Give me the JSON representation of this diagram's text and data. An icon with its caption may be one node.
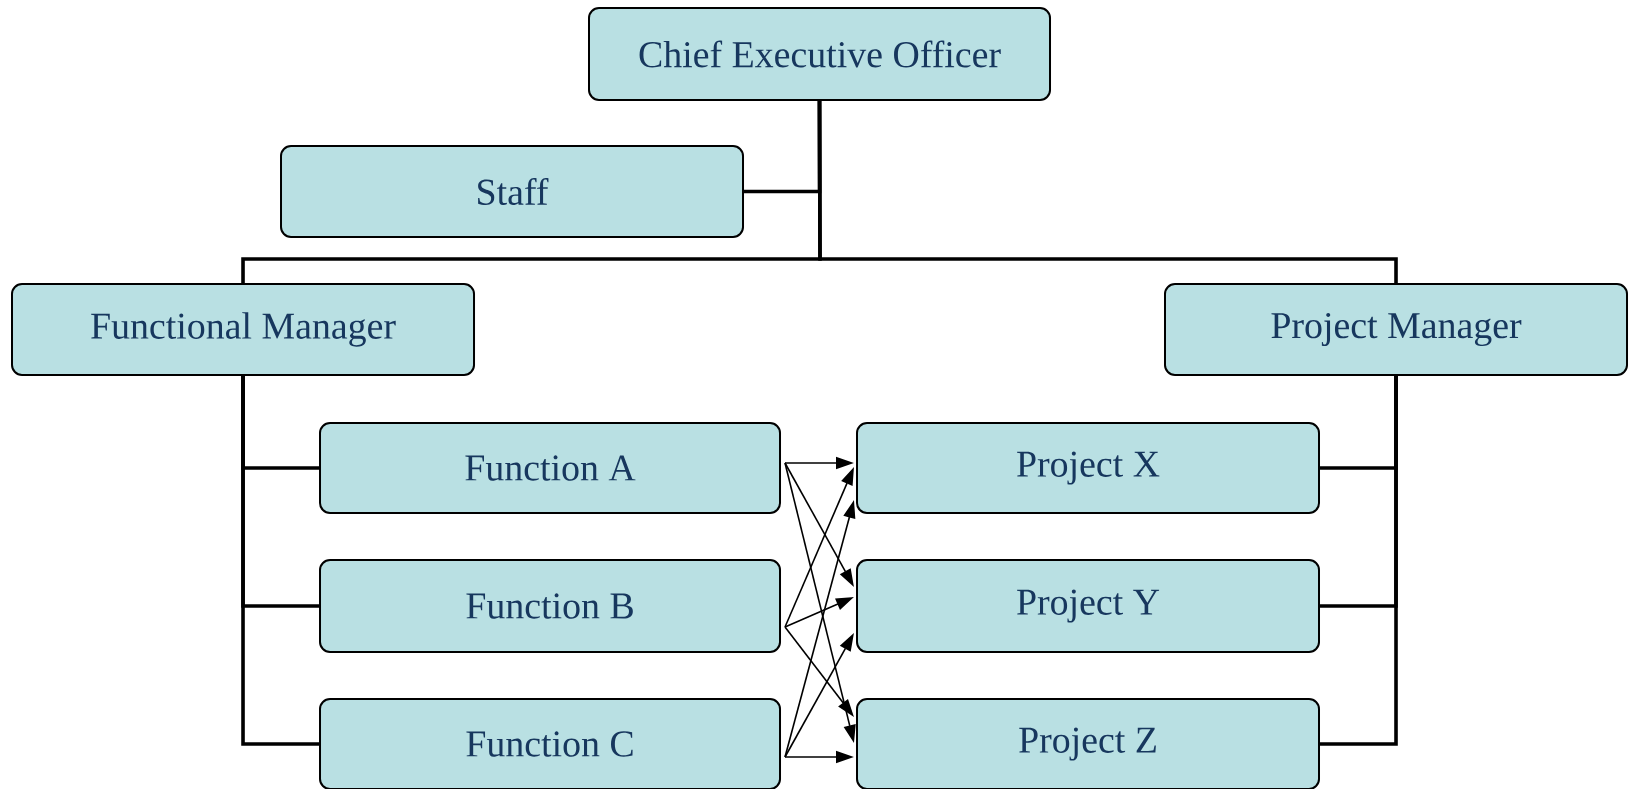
{
  "diagram": {
    "nodes": [
      {
        "text": [
          "Chief Executive Officer"
        ]
      },
      {
        "text": [
          "Staff"
        ]
      },
      {
        "text": [
          "Functional Manager"
        ]
      },
      {
        "text": [
          "Project Manager"
        ]
      },
      {
        "text": [
          "Function A"
        ]
      },
      {
        "text": [
          "Project X"
        ]
      },
      {
        "text": [
          "Function B"
        ]
      },
      {
        "text": [
          "Project Y"
        ]
      },
      {
        "text": [
          "Function C"
        ]
      },
      {
        "text": [
          "Project Z"
        ]
      }
    ],
    "edges": [
      {
        "from": 0,
        "to": 1,
        "arrow": "none"
      },
      {
        "from": 0,
        "to": 2,
        "arrow": "none"
      },
      {
        "from": 0,
        "to": 3,
        "arrow": "none"
      },
      {
        "from": 2,
        "to": 4,
        "arrow": "none"
      },
      {
        "from": 2,
        "to": 6,
        "arrow": "none"
      },
      {
        "from": 2,
        "to": 8,
        "arrow": "none"
      },
      {
        "from": 3,
        "to": 5,
        "arrow": "none"
      },
      {
        "from": 3,
        "to": 7,
        "arrow": "none"
      },
      {
        "from": 3,
        "to": 9,
        "arrow": "none"
      },
      {
        "from": 4,
        "to": 5,
        "arrow": "to"
      },
      {
        "from": 4,
        "to": 7,
        "arrow": "to"
      },
      {
        "from": 4,
        "to": 9,
        "arrow": "to"
      },
      {
        "from": 6,
        "to": 5,
        "arrow": "to"
      },
      {
        "from": 6,
        "to": 7,
        "arrow": "to"
      },
      {
        "from": 6,
        "to": 9,
        "arrow": "to"
      },
      {
        "from": 8,
        "to": 5,
        "arrow": "to"
      },
      {
        "from": 8,
        "to": 7,
        "arrow": "to"
      },
      {
        "from": 8,
        "to": 9,
        "arrow": "to"
      }
    ]
  }
}
